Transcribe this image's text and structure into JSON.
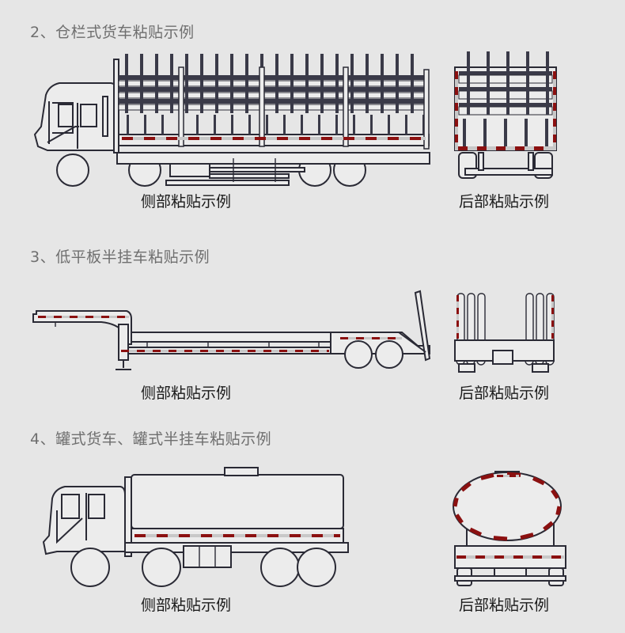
{
  "sections": [
    {
      "title": "2、仓栏式货车粘贴示例",
      "side_caption": "侧部粘贴示例",
      "rear_caption": "后部粘贴示例"
    },
    {
      "title": "3、低平板半挂车粘贴示例",
      "side_caption": "侧部粘贴示例",
      "rear_caption": "后部粘贴示例"
    },
    {
      "title": "4、罐式货车、罐式半挂车粘贴示例",
      "side_caption": "侧部粘贴示例",
      "rear_caption": "后部粘贴示例"
    }
  ],
  "colors": {
    "background": "#e6e6e6",
    "outline": "#2a2a35",
    "reflective_red": "#8b1010",
    "reflective_white": "#c8c8c8"
  }
}
